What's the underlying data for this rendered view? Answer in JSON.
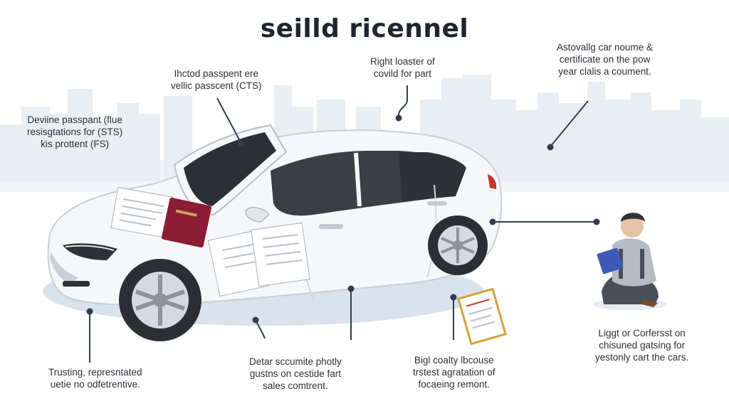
{
  "title": "seilld ricennel",
  "callouts": {
    "top_left": [
      "Deviine passpant (flue",
      "resisgtations for (STS)",
      "kis prottent (FS)"
    ],
    "top_center_left": [
      "Ihctod passpent ere",
      "vellic passcent (CTS)"
    ],
    "top_center": [
      "Right loaster of",
      "covild for part"
    ],
    "top_right": [
      "Astovallg car noume &",
      "certificate on the pow",
      "year clalis a coument."
    ],
    "bottom_left": [
      "Trusting, represntated",
      "uetie no odfetrentive."
    ],
    "bottom_center": [
      "Detar sccumite photly",
      "gustns on cestide fart",
      "sales comtrent."
    ],
    "bottom_center_right": [
      "Bigl coalty lbcouse",
      "trstest agratation of",
      "focaeing remont."
    ],
    "bottom_right": [
      "Liggt or Corfersst on",
      "chisuned gatsing for",
      "yestonly cart the cars."
    ]
  },
  "colors": {
    "accent_line": "#2e3d4f",
    "skyline": "#e8edf3",
    "car_body": "#f7f8fa",
    "passport": "#8b1d34",
    "document_border": "#d8a23a"
  },
  "icons": [
    "car-illustration",
    "passport-icon",
    "document-icon",
    "person-reading-icon",
    "city-skyline"
  ]
}
